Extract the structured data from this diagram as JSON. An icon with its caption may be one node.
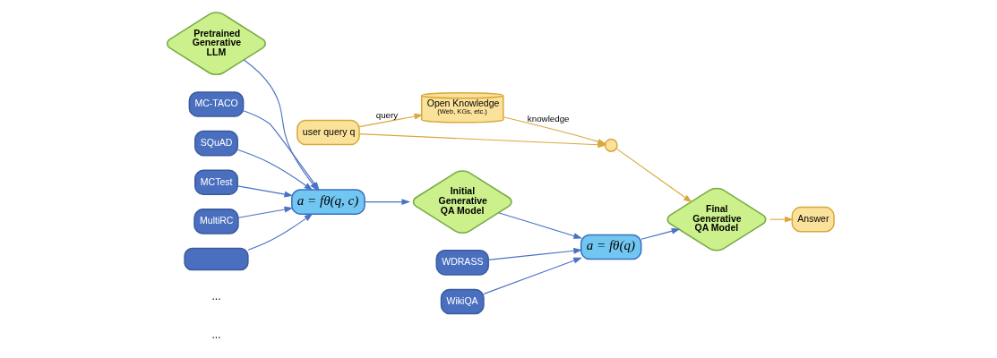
{
  "diagram": {
    "nodes": [
      {
        "text": [
          "Pretrained Generative LLM"
        ]
      },
      {
        "text": [
          "MC-TACO"
        ]
      },
      {
        "text": [
          "SQuAD"
        ]
      },
      {
        "text": [
          "a = fθ(q, c)"
        ]
      },
      {
        "text": [
          "MCTest"
        ]
      },
      {
        "text": [
          "MultiRC"
        ]
      },
      {
        "text": [],
        "shape": "box"
      },
      {
        "text": [
          "Initial Generative QA Model"
        ]
      },
      {
        "text": [
          "a = fθ(q)"
        ]
      },
      {
        "text": [
          "WDRASS"
        ]
      },
      {
        "text": [
          "WikiQA"
        ]
      },
      {
        "text": [
          "Open Knowledge",
          "(Web, KGs, etc.)"
        ]
      },
      {
        "text": [
          "user query q"
        ]
      },
      {
        "text": [],
        "shape": "circle"
      },
      {
        "text": [
          "Final Generative QA Model"
        ]
      },
      {
        "text": [
          "Answer"
        ]
      }
    ],
    "edges": [
      {
        "from": 0,
        "to": 3,
        "arrow": "to"
      },
      {
        "from": 1,
        "to": 3,
        "arrow": "to"
      },
      {
        "from": 2,
        "to": 3,
        "arrow": "to"
      },
      {
        "from": 4,
        "to": 3,
        "arrow": "to"
      },
      {
        "from": 5,
        "to": 3,
        "arrow": "to"
      },
      {
        "from": 6,
        "to": 3,
        "arrow": "to"
      },
      {
        "from": 3,
        "to": 7,
        "arrow": "to"
      },
      {
        "from": 7,
        "to": 8,
        "arrow": "to"
      },
      {
        "from": 9,
        "to": 8,
        "arrow": "to"
      },
      {
        "from": 10,
        "to": 8,
        "arrow": "to"
      },
      {
        "from": 8,
        "to": 14,
        "arrow": "to"
      },
      {
        "from": 12,
        "to": 11,
        "arrow": "to",
        "label": "query",
        "color": "#d9a83c"
      },
      {
        "from": 11,
        "to": 13,
        "arrow": "to",
        "label": "knowledge",
        "color": "#d9a83c"
      },
      {
        "from": 12,
        "to": 13,
        "arrow": "to",
        "color": "#d9a83c"
      },
      {
        "from": 13,
        "to": 14,
        "arrow": "to",
        "color": "#d9a83c"
      },
      {
        "from": 14,
        "to": 15,
        "arrow": "to",
        "color": "#d9a83c"
      }
    ],
    "labels": [
      "...",
      "..."
    ]
  }
}
